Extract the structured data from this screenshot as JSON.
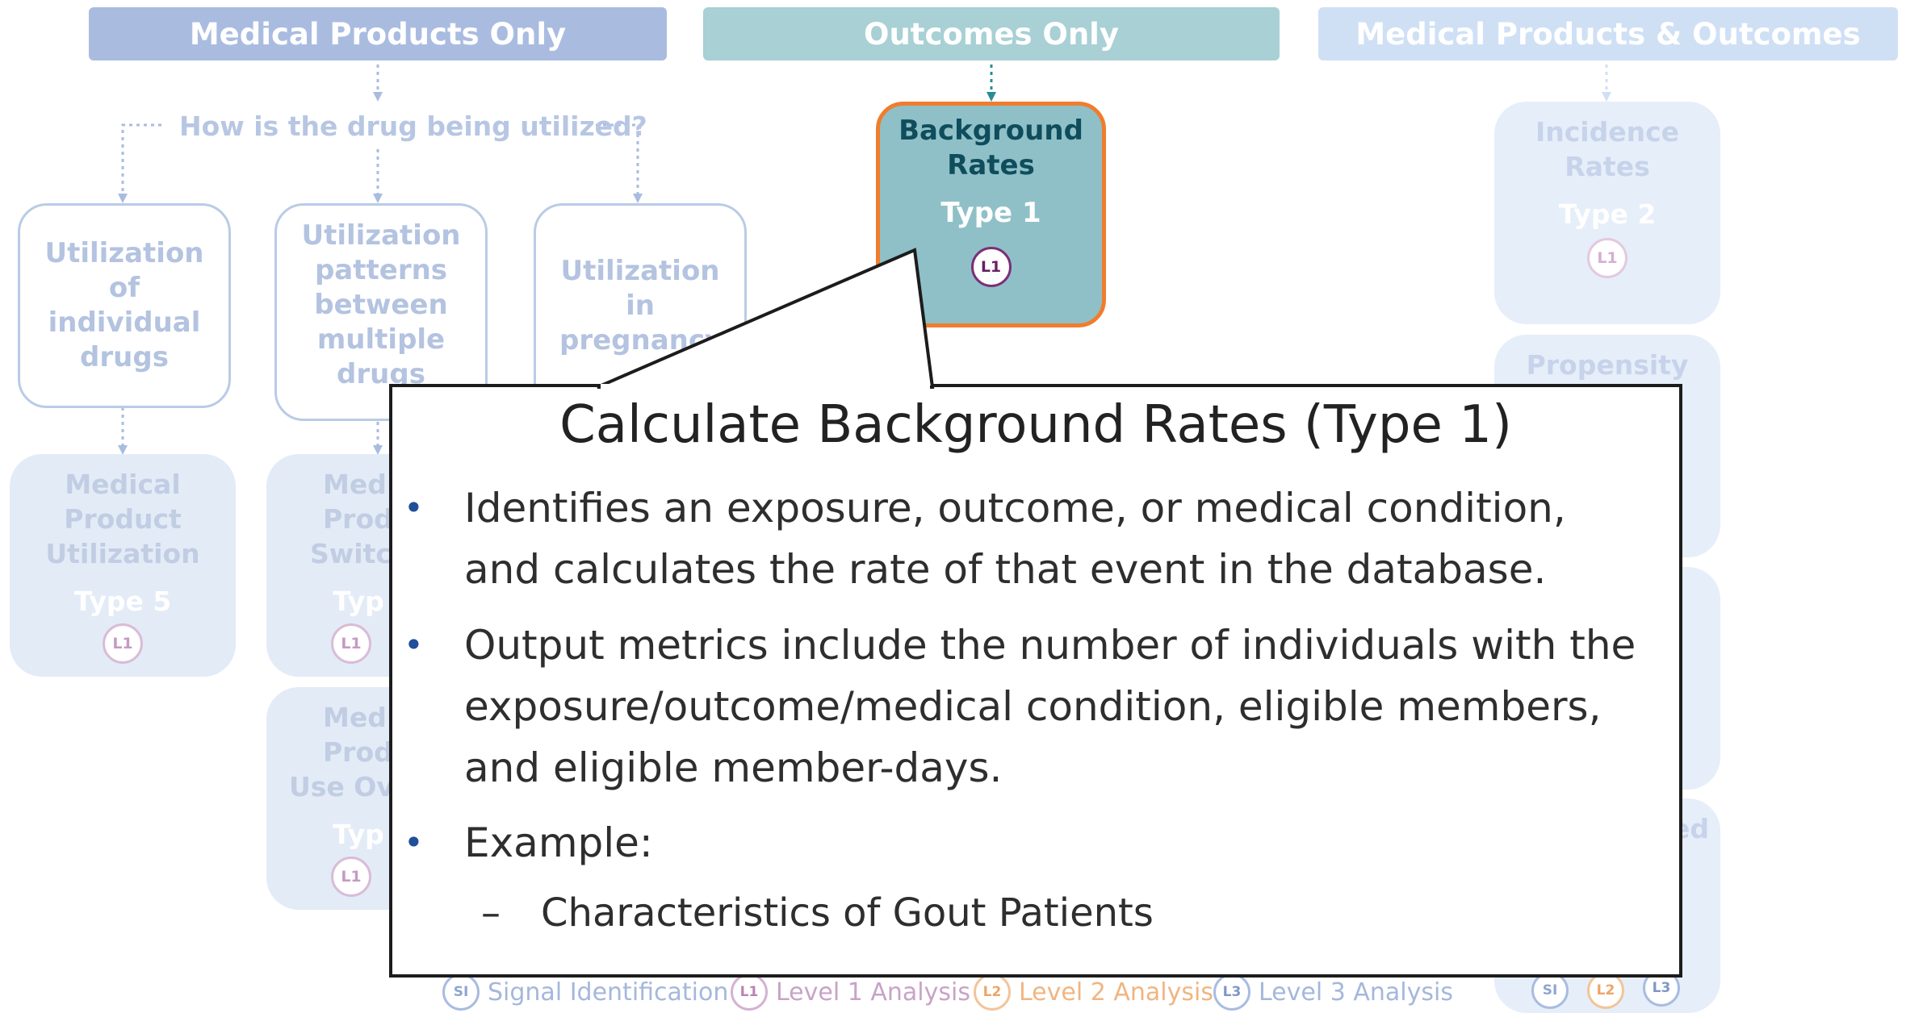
{
  "headers": {
    "medical_products_only": "Medical Products Only",
    "outcomes_only": "Outcomes Only",
    "medical_products_and_outcomes": "Medical Products & Outcomes"
  },
  "question": "How is the drug being utilized?",
  "utilization_boxes": [
    {
      "label": "Utilization of individual drugs"
    },
    {
      "label": "Utilization patterns between multiple drugs"
    },
    {
      "label": "Utilization in pregnancy"
    }
  ],
  "background_rates": {
    "title_line1": "Background",
    "title_line2": "Rates",
    "type": "Type 1",
    "level": "L1"
  },
  "incidence_rates": {
    "title_line1": "Incidence",
    "title_line2": "Rates",
    "type": "Type 2",
    "level": "L1"
  },
  "propensity": {
    "label": "Propensity"
  },
  "ed_fragment": "ed",
  "mpu": {
    "line1": "Medical",
    "line2": "Product",
    "line3": "Utilization",
    "type": "Type 5",
    "level": "L1"
  },
  "switch_fragment": {
    "line1": "Med",
    "line2": "Prod",
    "line3": "Switc",
    "type": "Typ",
    "level": "L1"
  },
  "useover_fragment": {
    "line1": "Med",
    "line2": "Prod",
    "line3": "Use Ov",
    "type": "Typ",
    "level": "L1"
  },
  "legend": [
    {
      "badge": "SI",
      "label": "Signal Identification",
      "color": "#8fa6d1"
    },
    {
      "badge": "L1",
      "label": "Level 1 Analysis",
      "color": "#c59ac3"
    },
    {
      "badge": "L2",
      "label": "Level 2 Analysis",
      "color": "#f0b27d"
    },
    {
      "badge": "L3",
      "label": "Level 3 Analysis",
      "color": "#8fa6d1"
    }
  ],
  "legend_right": [
    "SI",
    "L2",
    "L3"
  ],
  "callout": {
    "title": "Calculate Background Rates (Type 1)",
    "bullet1": "Identifies an exposure, outcome, or medical condition, and calculates the rate of that event in the database.",
    "bullet2": "Output metrics include the number of individuals with the exposure/outcome/medical condition, eligible members, and eligible member-days.",
    "bullet3": "Example:",
    "sub1": "Characteristics of Gout Patients",
    "bullet_glyph": "•",
    "dash_glyph": "–"
  },
  "colors": {
    "header_left": "#a9bce0",
    "header_mid": "#a8d0d5",
    "header_right": "#cfe0f5",
    "background_rates_fill": "#8fc0c8",
    "background_rates_border": "#f07d2d",
    "background_rates_text": "#0f4d5c"
  }
}
